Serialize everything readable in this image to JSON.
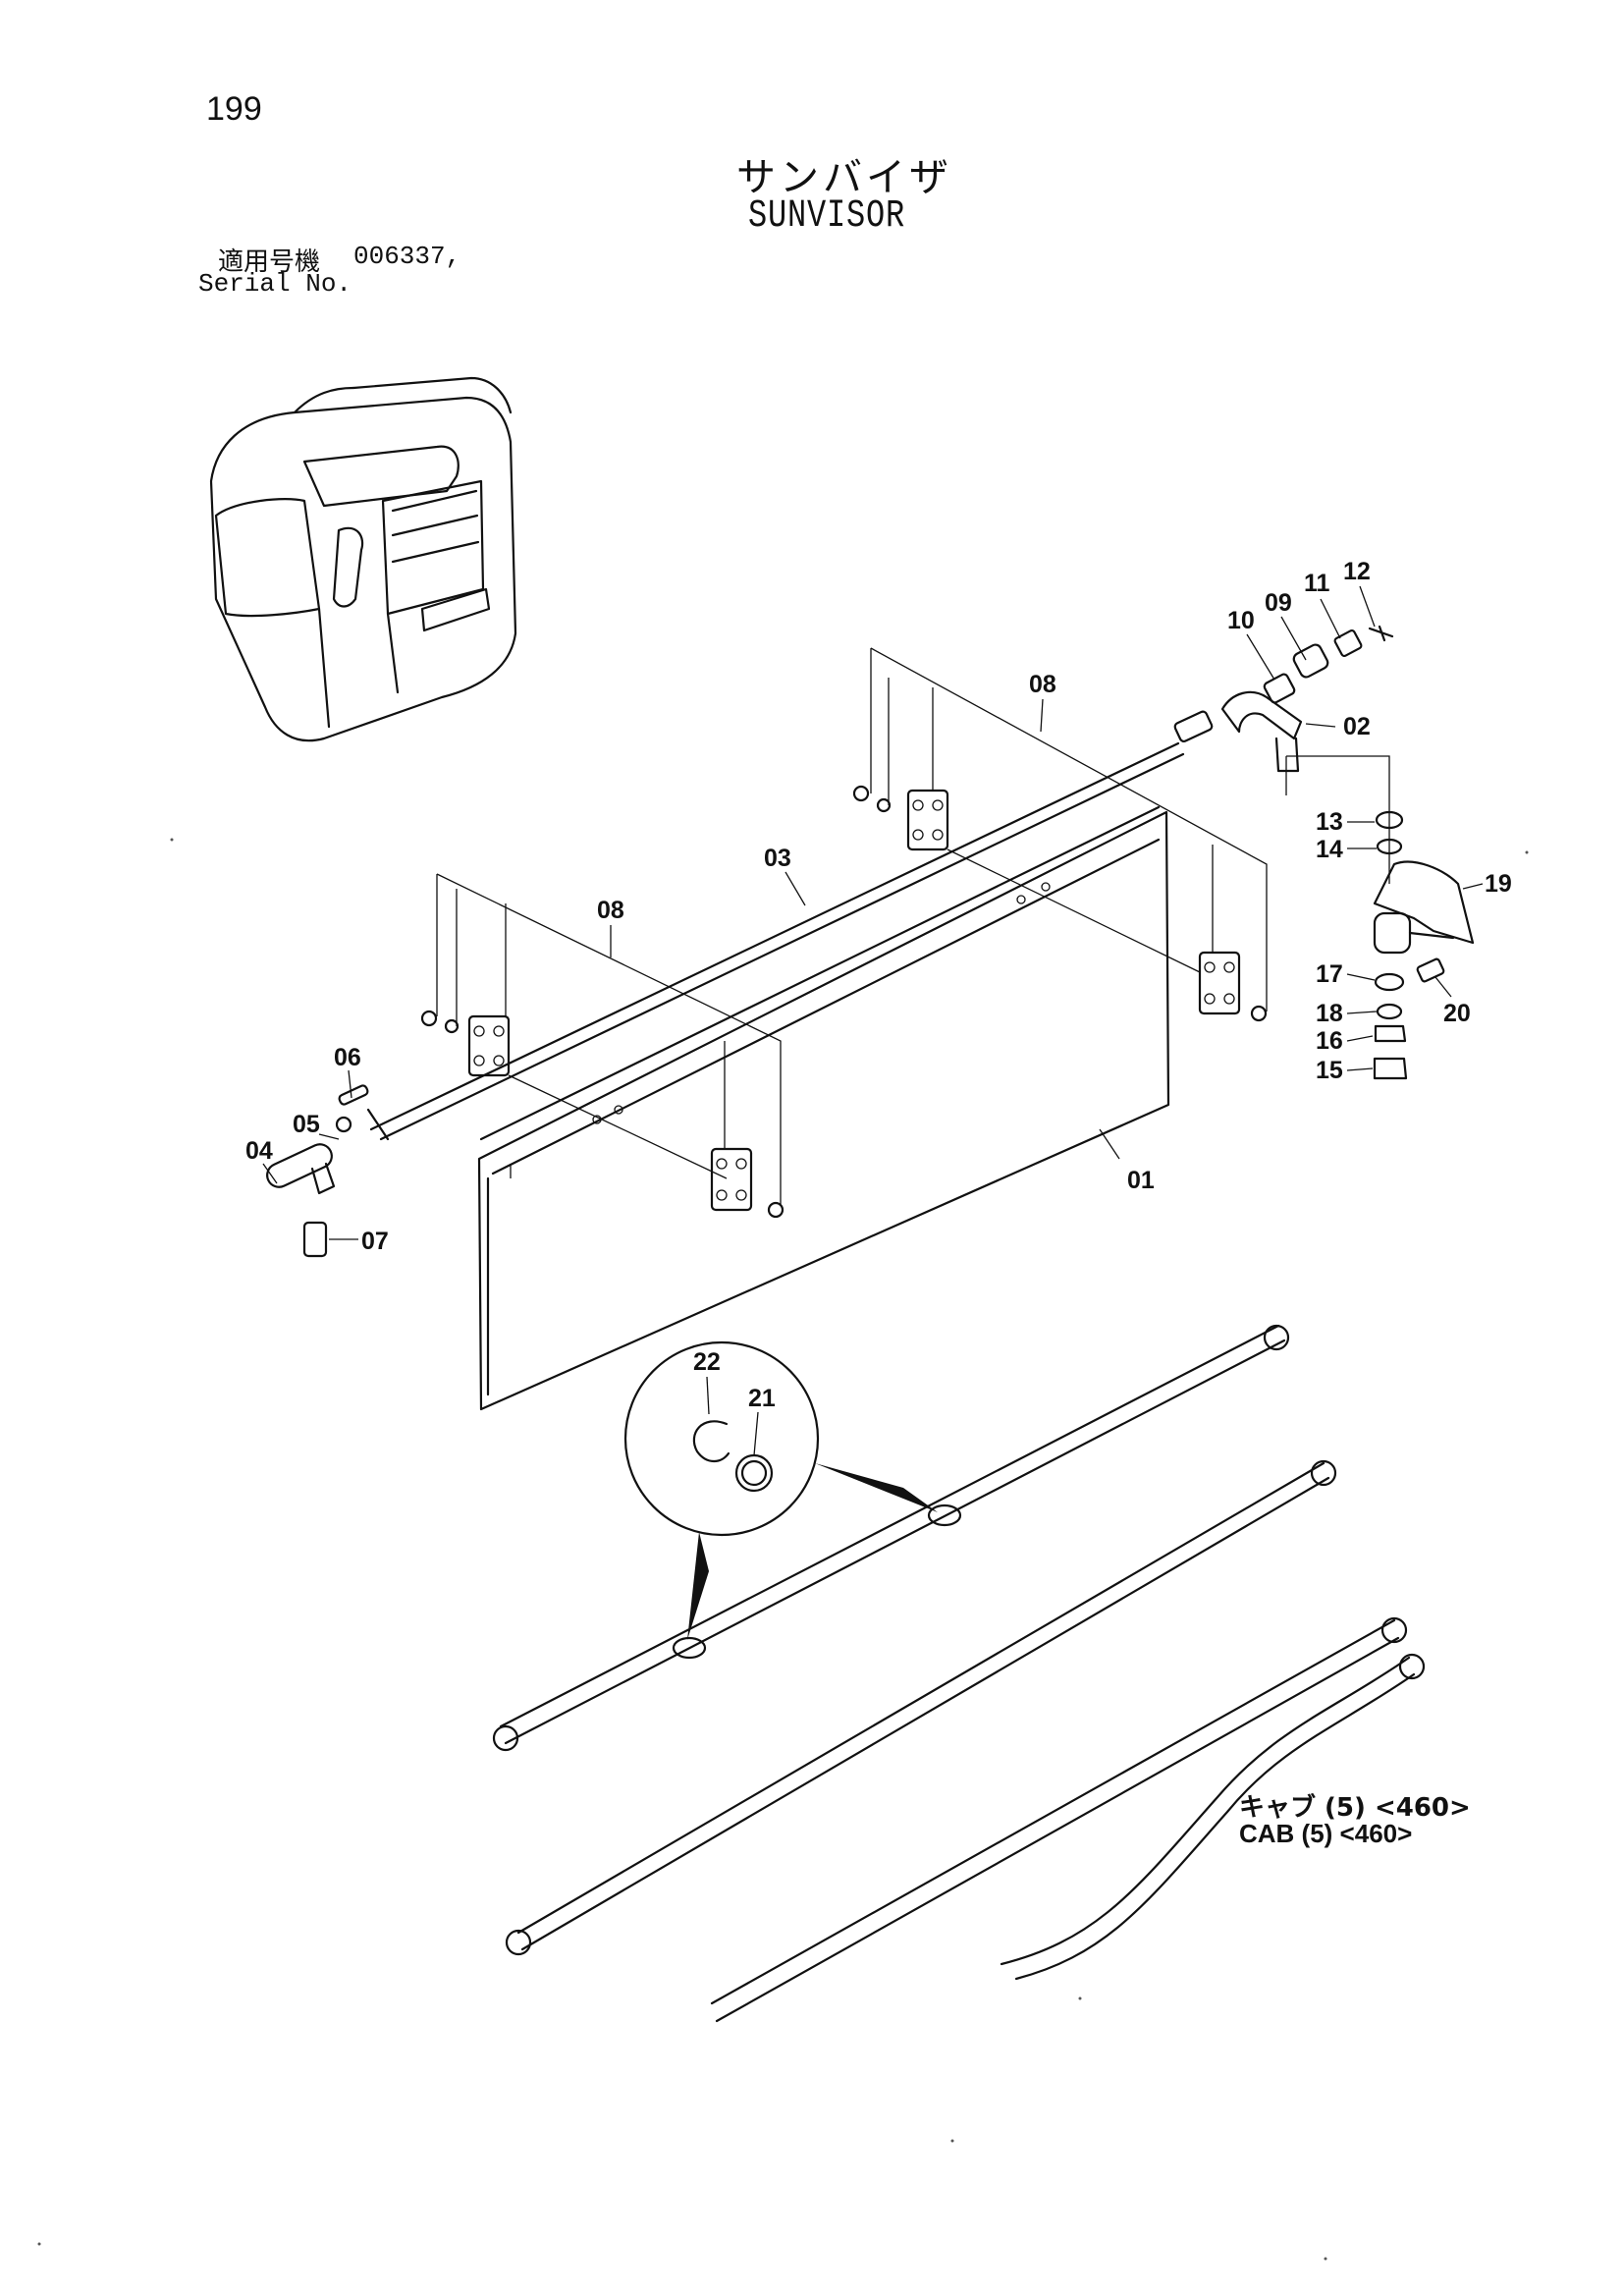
{
  "page_number": "199",
  "title_jp": "サンバイザ",
  "title_en": "SUNVISOR",
  "serial": {
    "label_jp": "適用号機",
    "value": "006337,",
    "label_en": "Serial No."
  },
  "callouts": [
    "01",
    "02",
    "03",
    "04",
    "05",
    "06",
    "07",
    "08",
    "08",
    "09",
    "10",
    "11",
    "12",
    "13",
    "14",
    "15",
    "16",
    "17",
    "18",
    "19",
    "20",
    "21",
    "22"
  ],
  "cab_note_jp": "キャブ (5) <460>",
  "cab_note_en": "CAB (5) <460>"
}
